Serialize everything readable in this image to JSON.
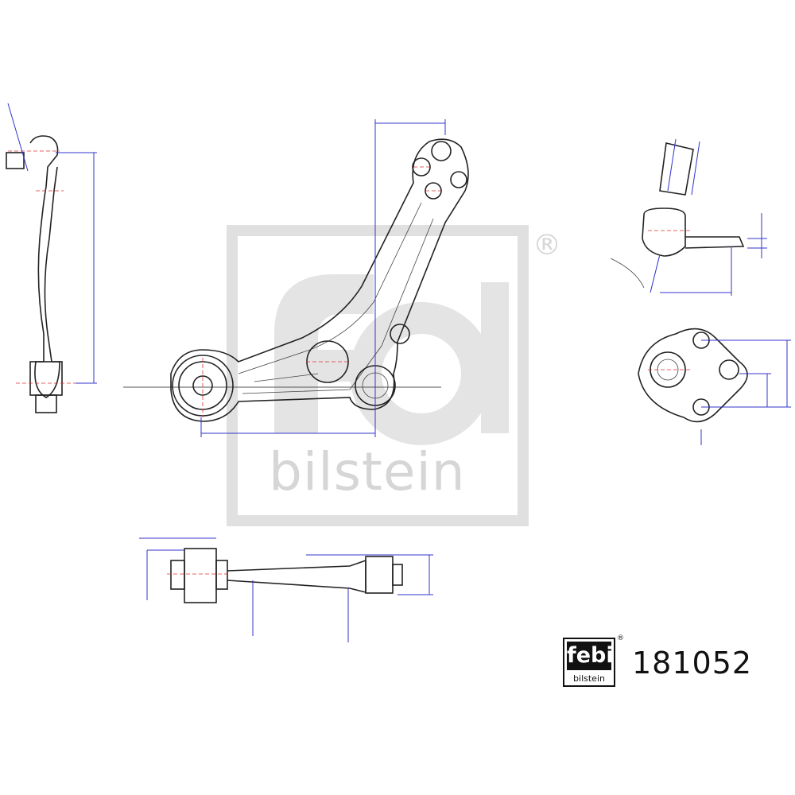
{
  "product": {
    "part_number": "181052"
  },
  "logo": {
    "brand_top": "febi",
    "brand_bottom": "bilstein",
    "registered": "®"
  },
  "watermark": {
    "text": "bilstein",
    "registered": "®"
  },
  "colors": {
    "dimension": "#3333cc",
    "centerline": "#e03030",
    "watermark": "#d6d6d6",
    "outline": "#222222"
  }
}
